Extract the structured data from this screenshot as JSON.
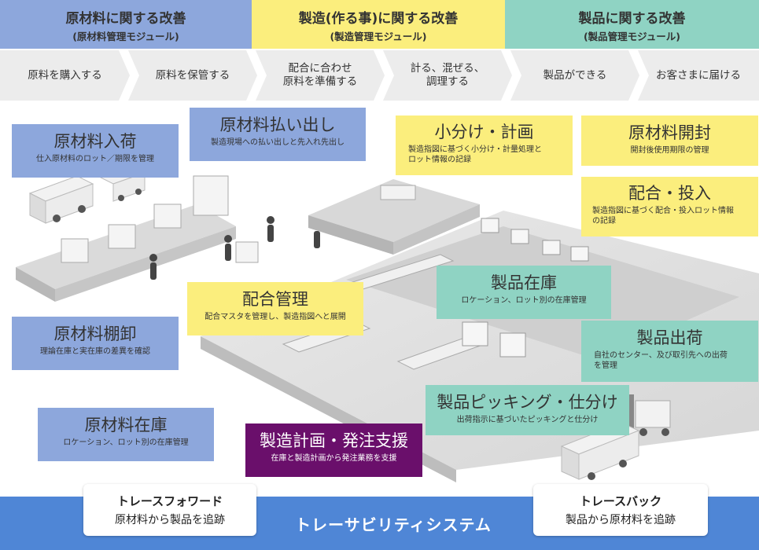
{
  "modules": [
    {
      "title": "原材料に関する改善",
      "subtitle": "(原材料管理モジュール)",
      "color": "#8da7dc"
    },
    {
      "title": "製造(作る事)に関する改善",
      "subtitle": "(製造管理モジュール)",
      "color": "#fbee7d"
    },
    {
      "title": "製品に関する改善",
      "subtitle": "(製品管理モジュール)",
      "color": "#8fd3c3"
    }
  ],
  "steps": [
    "原料を購入する",
    "原料を保管する",
    "配合に合わせ\n原料を準備する",
    "計る、混ぜる、\n調理する",
    "製品ができる",
    "お客さまに届ける"
  ],
  "boxes": {
    "raw_receiving": {
      "title": "原材料入荷",
      "desc": "仕入原材料のロット／期限を管理"
    },
    "raw_issue": {
      "title": "原材料払い出し",
      "desc": "製造現場への払い出しと先入れ先出し"
    },
    "portion_weigh": {
      "title": "小分け・計画",
      "desc": "製造指図に基づく小分け・計量処理と\nロット情報の記録"
    },
    "raw_open": {
      "title": "原材料開封",
      "desc": "開封後使用期限の管理"
    },
    "mix_input": {
      "title": "配合・投入",
      "desc": "製造指図に基づく配合・投入ロット情報\nの記録"
    },
    "formula_mgmt": {
      "title": "配合管理",
      "desc": "配合マスタを管理し、製造指図へと展開"
    },
    "product_stock": {
      "title": "製品在庫",
      "desc": "ロケーション、ロット別の在庫管理"
    },
    "raw_stocktake": {
      "title": "原材料棚卸",
      "desc": "理論在庫と実在庫の差異を確認"
    },
    "product_ship": {
      "title": "製品出荷",
      "desc": "自社のセンター、及び取引先への出荷\nを管理"
    },
    "product_picking": {
      "title": "製品ピッキング・仕分け",
      "desc": "出荷指示に基づいたピッキングと仕分け"
    },
    "raw_stock": {
      "title": "原材料在庫",
      "desc": "ロケーション、ロット別の在庫管理"
    },
    "prod_plan": {
      "title": "製造計画・発注支援",
      "desc": "在庫と製造計画から発注業務を支援"
    }
  },
  "traceability": {
    "system_title": "トレーサビリティシステム",
    "forward": {
      "title": "トレースフォワード",
      "desc": "原材料から製品を追跡"
    },
    "back": {
      "title": "トレースバック",
      "desc": "製品から原材料を追跡"
    },
    "color": "#4f86d6"
  },
  "colors": {
    "raw": "#8da7dc",
    "mfg": "#fbee7d",
    "prod": "#8fd3c3",
    "plan": "#6a0f6b"
  }
}
